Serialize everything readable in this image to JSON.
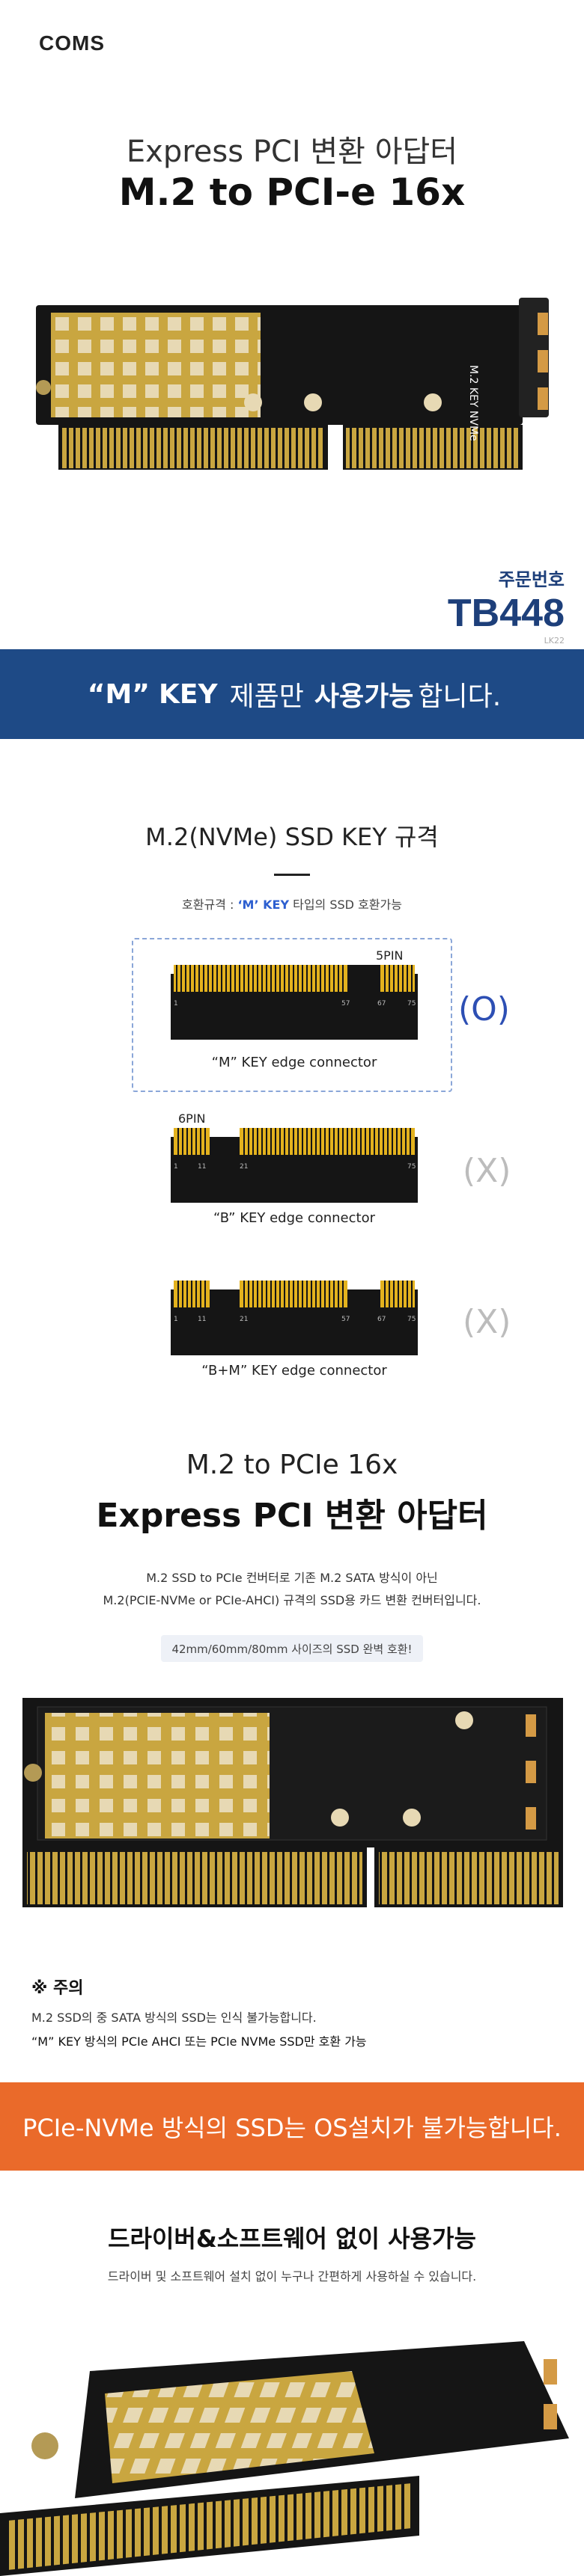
{
  "header": {
    "logo": "COMS",
    "subtitle": "Express PCI 변환 아답터",
    "title": "M.2 to PCI-e 16x"
  },
  "order": {
    "label": "주문번호",
    "code": "TB448",
    "small": "LK22"
  },
  "banner_key": {
    "quote": "“M”",
    "key": "KEY",
    "mid": "제품만",
    "bold": "사용가능",
    "end": "합니다."
  },
  "key_spec": {
    "title": "M.2(NVMe) SSD KEY 규격",
    "note_prefix": "호환규격 : ",
    "note_key": "‘M’ KEY",
    "note_suffix": " 타입의 SSD 호환가능",
    "connectors": [
      {
        "label": "“M” KEY edge connector",
        "pin_label": "5PIN",
        "pin_numbers": [
          "1",
          "57",
          "67",
          "75"
        ],
        "mark": "(O)"
      },
      {
        "label": "“B” KEY edge connector",
        "pin_label": "6PIN",
        "pin_numbers": [
          "1",
          "11",
          "21",
          "75"
        ],
        "mark": "(X)"
      },
      {
        "label": "“B+M” KEY edge connector",
        "pin_numbers": [
          "1",
          "11",
          "21",
          "57",
          "67",
          "75"
        ],
        "mark": "(X)"
      }
    ]
  },
  "section2": {
    "subtitle": "M.2 to PCIe 16x",
    "title": "Express PCI 변환 아답터",
    "desc1": "M.2 SSD to PCIe 컨버터로 기존 M.2 SATA 방식이 아닌",
    "desc2": "M.2(PCIE-NVMe or PCIe-AHCI) 규격의 SSD용 카드 변환 컨버터입니다.",
    "pill": "42mm/60mm/80mm 사이즈의 SSD 완벽 호환!"
  },
  "board_text": "M.2 KEY NVMe",
  "warning": {
    "heading": "※ 주의",
    "line1": "M.2 SSD의 중 SATA 방식의 SSD는 인식 불가능합니다.",
    "line2": "“M” KEY 방식의 PCIe AHCI 또는 PCIe NVMe SSD만 호환 가능"
  },
  "banner_os": "PCIe-NVMe 방식의 SSD는 OS설치가 불가능합니다.",
  "section3": {
    "title": "드라이버&소프트웨어 없이 사용가능",
    "desc": "드라이버 및 소프트웨어 설치 없이 누구나 간편하게 사용하실 수 있습니다."
  },
  "colors": {
    "brand_blue": "#1e4a86",
    "accent_orange": "#ea6a2a",
    "ok_mark": "#2d4fb4",
    "no_mark": "#bcbcbc",
    "pcb": "#151515",
    "gold": "#c9a640"
  }
}
